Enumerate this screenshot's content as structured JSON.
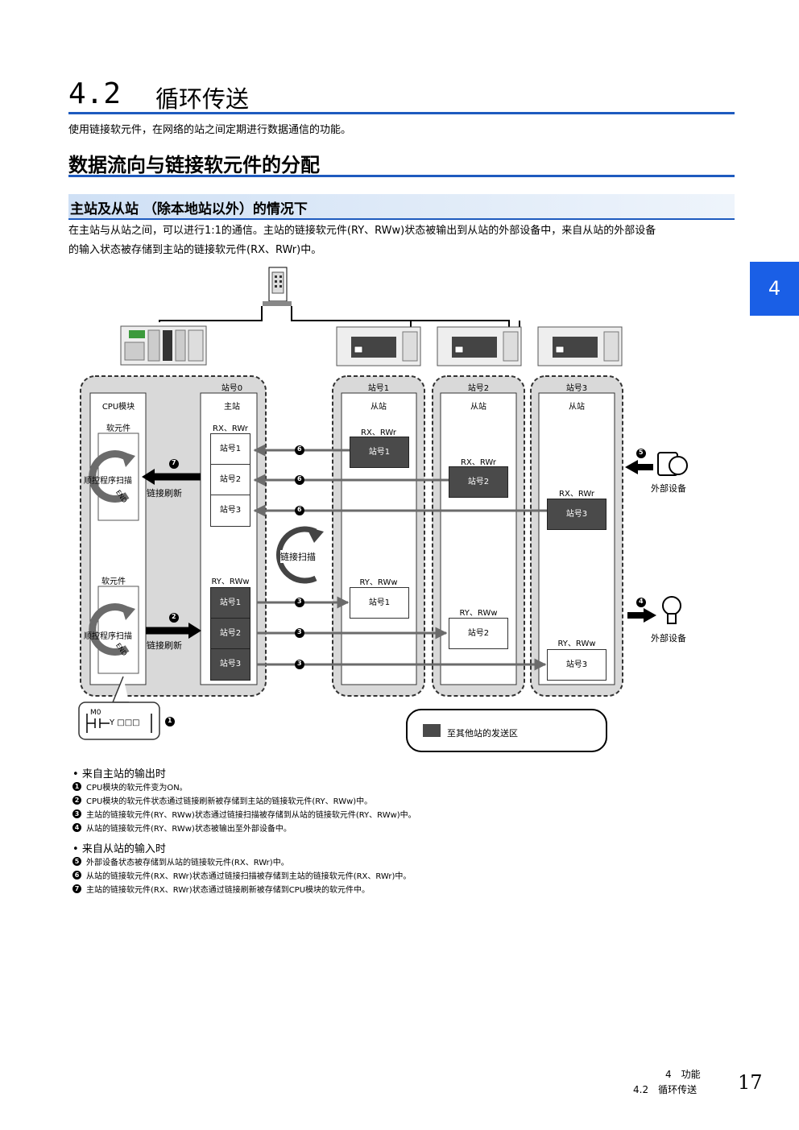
{
  "header": {
    "section_number": "4.2",
    "section_title": "循环传送",
    "intro": "使用链接软元件，在网络的站之间定期进行数据通信的功能。",
    "subsection_title": "数据流向与链接软元件的分配",
    "topic_title": "主站及从站 （除本地站以外）的情况下",
    "paragraph_line1": "在主站与从站之间，可以进行1:1的通信。主站的链接软元件(RY、RWw)状态被输出到从站的外部设备中，来自从站的外部设备",
    "paragraph_line2": "的输入状态被存储到主站的链接软元件(RX、RWr)中。"
  },
  "chapter_tab": "4",
  "diagram": {
    "master_station_label": "站号0",
    "master_role": "主站",
    "cpu_module": "CPU模块",
    "device_label": "软元件",
    "seq_scan": "顺控程序扫描",
    "end_label": "END",
    "link_refresh": "链接刷新",
    "link_scan": "链接扫描",
    "rx_rwr": "RX、RWr",
    "ry_rww": "RY、RWw",
    "station_1": "站号1",
    "station_2": "站号2",
    "station_3": "站号3",
    "slave_role": "从站",
    "external_device": "外部设备",
    "ladder_contact": "M0",
    "ladder_coil": "Y □□□",
    "legend": "至其他站的发送区",
    "markers": [
      "1",
      "2",
      "3",
      "4",
      "5",
      "6",
      "7"
    ]
  },
  "output_section": {
    "title": "来自主站的输出时",
    "items": [
      "CPU模块的软元件变为ON。",
      "CPU模块的软元件状态通过链接刷新被存储到主站的链接软元件(RY、RWw)中。",
      "主站的链接软元件(RY、RWw)状态通过链接扫描被存储到从站的链接软元件(RY、RWw)中。",
      "从站的链接软元件(RY、RWw)状态被输出至外部设备中。"
    ]
  },
  "input_section": {
    "title": "来自从站的输入时",
    "items": [
      "外部设备状态被存储到从站的链接软元件(RX、RWr)中。",
      "从站的链接软元件(RX、RWr)状态通过链接扫描被存储到主站的链接软元件(RX、RWr)中。",
      "主站的链接软元件(RX、RWr)状态通过链接刷新被存储到CPU模块的软元件中。"
    ]
  },
  "footer": {
    "chapter_line": "4　功能",
    "section_line": "4.2　循环传送",
    "page_number": "17"
  },
  "colors": {
    "accent": "#1e5bbf",
    "tab": "#1a5fe6",
    "dark_box": "#4a4a4a",
    "arrow": "#6b6b6b"
  }
}
